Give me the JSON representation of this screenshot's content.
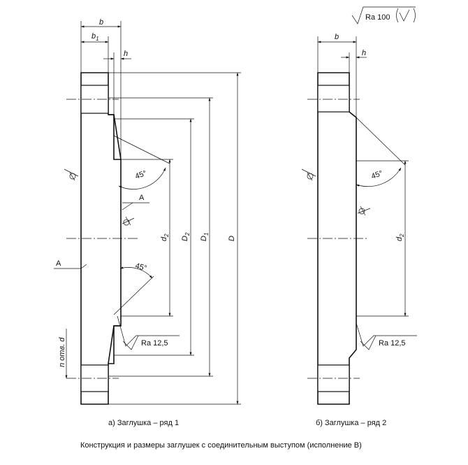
{
  "roughness_general": "Ra 100",
  "roughness_face": "Ra 12,5",
  "section_mark": "A",
  "dim": {
    "b": "b",
    "b1": "b",
    "b1_sub": "1",
    "h": "h",
    "d2": "d",
    "d2_sub": "2",
    "D2": "D",
    "D2_sub": "2",
    "D1": "D",
    "D1_sub": "1",
    "D": "D",
    "n_holes": "n отв. d"
  },
  "angle": "45°",
  "caption_a": "а) Заглушка – ряд 1",
  "caption_b": "б) Заглушка – ряд 2",
  "figure_title": "Конструкция и размеры заглушек с соединительным выступом (исполнение В)"
}
